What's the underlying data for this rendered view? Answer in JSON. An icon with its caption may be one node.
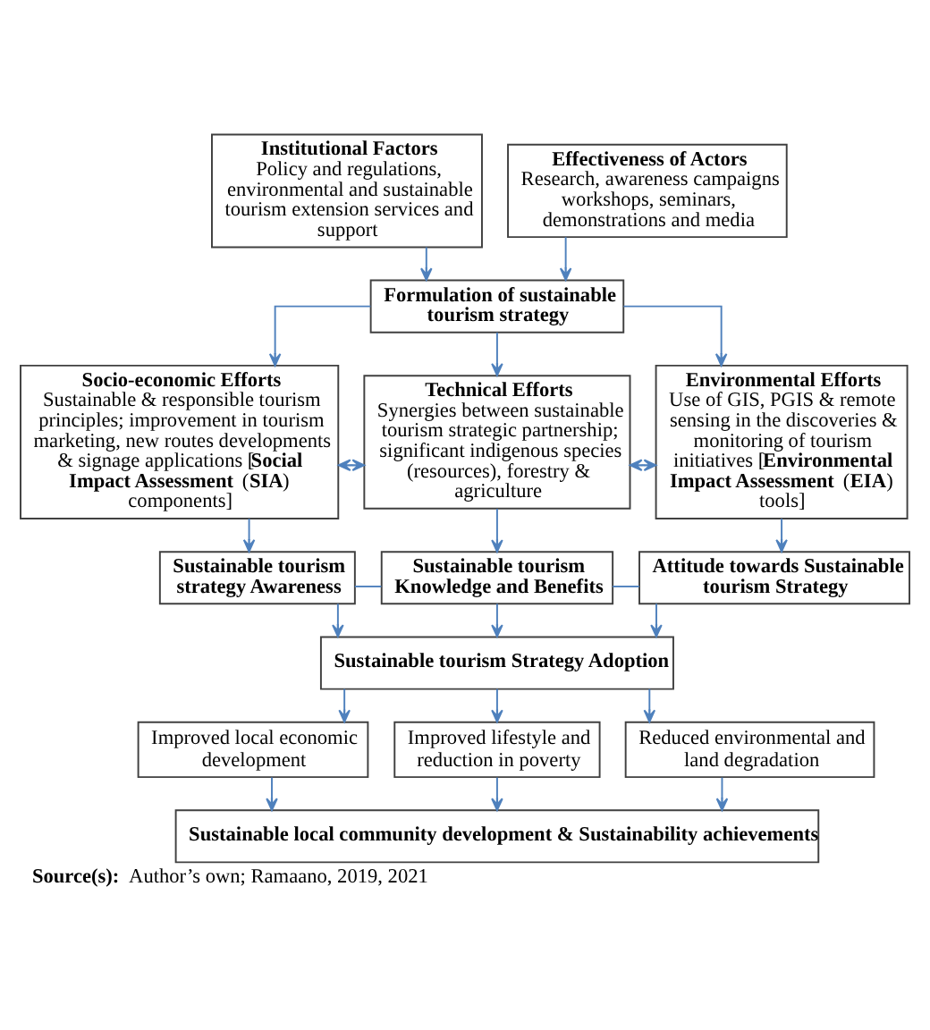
{
  "diagram": {
    "caption": "**Source(s):** Author’s own; Ramaano, 2019, 2021",
    "nodes": [
      {
        "text": [
          "Institutional Factors",
          "Policy and regulations, environmental and sustainable tourism extension services and support"
        ]
      },
      {
        "text": [
          "Effectiveness of Actors",
          "Research, awareness campaigns workshops, seminars, demonstrations and media"
        ]
      },
      {
        "text": [
          "Formulation of sustainable tourism strategy"
        ]
      },
      {
        "text": [
          "Socio-economic Efforts",
          "Sustainable & responsible tourism principles; improvement in tourism marketing, new routes developments & signage applications [**Social Impact Assessment** (**SIA**) components]"
        ]
      },
      {
        "text": [
          "Technical Efforts",
          "Synergies between sustainable tourism strategic partnership; significant indigenous species (resources), forestry & agriculture"
        ]
      },
      {
        "text": [
          "Environmental Efforts",
          "Use of GIS, PGIS & remote sensing in the discoveries & monitoring of tourism initiatives [**Environmental Impact Assessment** (**EIA**) tools]"
        ]
      },
      {
        "text": [
          "Sustainable tourism strategy Awareness"
        ]
      },
      {
        "text": [
          "Sustainable tourism Knowledge and Benefits"
        ]
      },
      {
        "text": [
          "Attitude towards Sustainable tourism Strategy"
        ]
      },
      {
        "text": [
          "Sustainable tourism Strategy Adoption"
        ]
      },
      {
        "text": [
          "Improved local economic development"
        ]
      },
      {
        "text": [
          "Improved lifestyle and reduction in poverty"
        ]
      },
      {
        "text": [
          "Reduced environmental and land degradation"
        ]
      },
      {
        "text": [
          "Sustainable local community development & Sustainability achievements"
        ]
      }
    ],
    "edges": [
      {
        "from": 0,
        "to": 2,
        "arrow": "to"
      },
      {
        "from": 1,
        "to": 2,
        "arrow": "to"
      },
      {
        "from": 2,
        "to": 3,
        "arrow": "to"
      },
      {
        "from": 2,
        "to": 4,
        "arrow": "to"
      },
      {
        "from": 2,
        "to": 5,
        "arrow": "to"
      },
      {
        "from": 3,
        "to": 4,
        "arrow": "both"
      },
      {
        "from": 4,
        "to": 5,
        "arrow": "both"
      },
      {
        "from": 3,
        "to": 6,
        "arrow": "to"
      },
      {
        "from": 4,
        "to": 7,
        "arrow": "to"
      },
      {
        "from": 5,
        "to": 8,
        "arrow": "to"
      },
      {
        "from": 6,
        "to": 7,
        "arrow": "none"
      },
      {
        "from": 7,
        "to": 8,
        "arrow": "none"
      },
      {
        "from": 6,
        "to": 9,
        "arrow": "to"
      },
      {
        "from": 7,
        "to": 9,
        "arrow": "to"
      },
      {
        "from": 8,
        "to": 9,
        "arrow": "to"
      },
      {
        "from": 9,
        "to": 10,
        "arrow": "to"
      },
      {
        "from": 9,
        "to": 11,
        "arrow": "to"
      },
      {
        "from": 9,
        "to": 12,
        "arrow": "to"
      },
      {
        "from": 10,
        "to": 13,
        "arrow": "to"
      },
      {
        "from": 11,
        "to": 13,
        "arrow": "to"
      },
      {
        "from": 12,
        "to": 13,
        "arrow": "to"
      }
    ]
  }
}
